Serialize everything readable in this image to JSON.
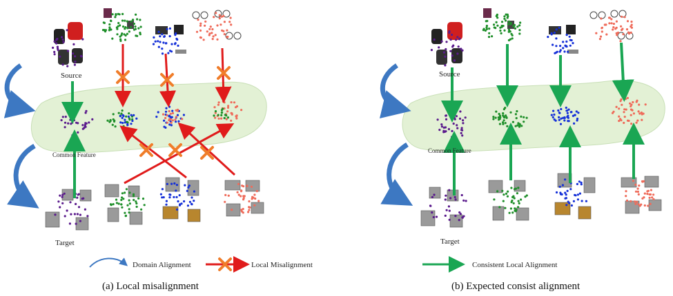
{
  "panels": [
    {
      "caption": "(a)  Local misalignment",
      "source_label": "Source",
      "target_label": "Target",
      "common_feature_label": "Common Feature"
    },
    {
      "caption": "(b)  Expected consist alignment",
      "source_label": "Source",
      "target_label": "Target",
      "common_feature_label": "Common Feature"
    }
  ],
  "legend": {
    "domain_alignment": "Domain Alignment",
    "local_misalignment": "Local Misalignment",
    "consistent_local_alignment": "Consistent Local Alignment"
  },
  "classes": [
    {
      "key": "backpack",
      "color": "#5a1a8c"
    },
    {
      "key": "chair",
      "color": "#1f8f2a"
    },
    {
      "key": "computer",
      "color": "#1530d8"
    },
    {
      "key": "bicycle",
      "color": "#ef6b5a"
    }
  ],
  "colors": {
    "common_region": "#e3f1d5",
    "misalign_arrow": "#e01b1b",
    "align_arrow": "#1aa653",
    "cross_mark": "#f07d2a",
    "domain_arrow": "#3d78c2"
  }
}
